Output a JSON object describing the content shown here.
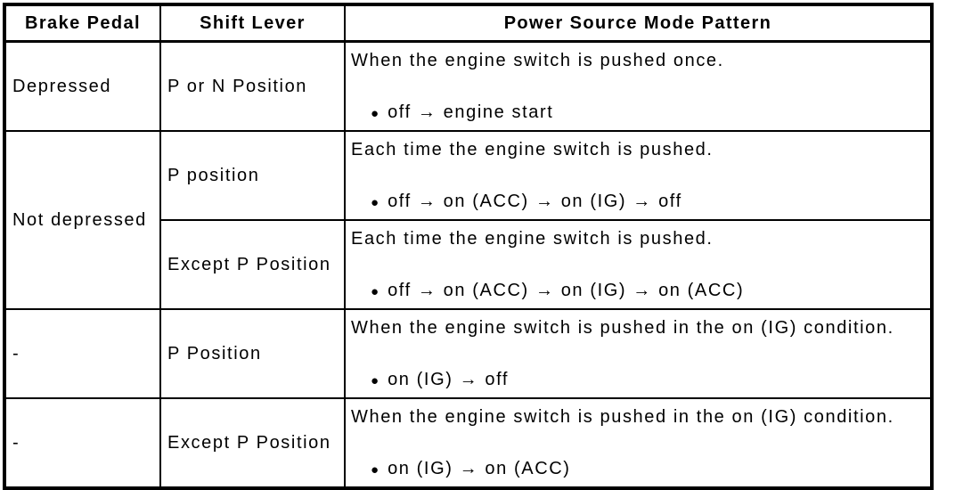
{
  "colors": {
    "border": "#000000",
    "text": "#000000",
    "background": "#ffffff"
  },
  "table": {
    "bullet_char": "●",
    "arrow_char": "→",
    "columns": [
      {
        "label": "Brake Pedal"
      },
      {
        "label": "Shift Lever"
      },
      {
        "label": "Power Source Mode Pattern"
      }
    ],
    "rows": [
      {
        "brake_pedal": "Depressed",
        "shift_lever": "P or N Position",
        "condition": "When the engine switch is pushed once.",
        "pattern": "off → engine start"
      },
      {
        "brake_pedal": "Not depressed",
        "shift_lever": "P position",
        "condition": "Each time the engine switch is pushed.",
        "pattern": "off → on (ACC) → on (IG) → off"
      },
      {
        "shift_lever": "Except P Position",
        "condition": "Each time the engine switch is pushed.",
        "pattern": "off → on (ACC) → on (IG) → on (ACC)"
      },
      {
        "brake_pedal": "-",
        "shift_lever": "P Position",
        "condition": "When the engine switch is pushed in the on (IG) condition.",
        "pattern": "on (IG) → off"
      },
      {
        "brake_pedal": "-",
        "shift_lever": "Except P Position",
        "condition": "When the engine switch is pushed in the on (IG) condition.",
        "pattern": "on (IG) → on (ACC)"
      }
    ]
  }
}
